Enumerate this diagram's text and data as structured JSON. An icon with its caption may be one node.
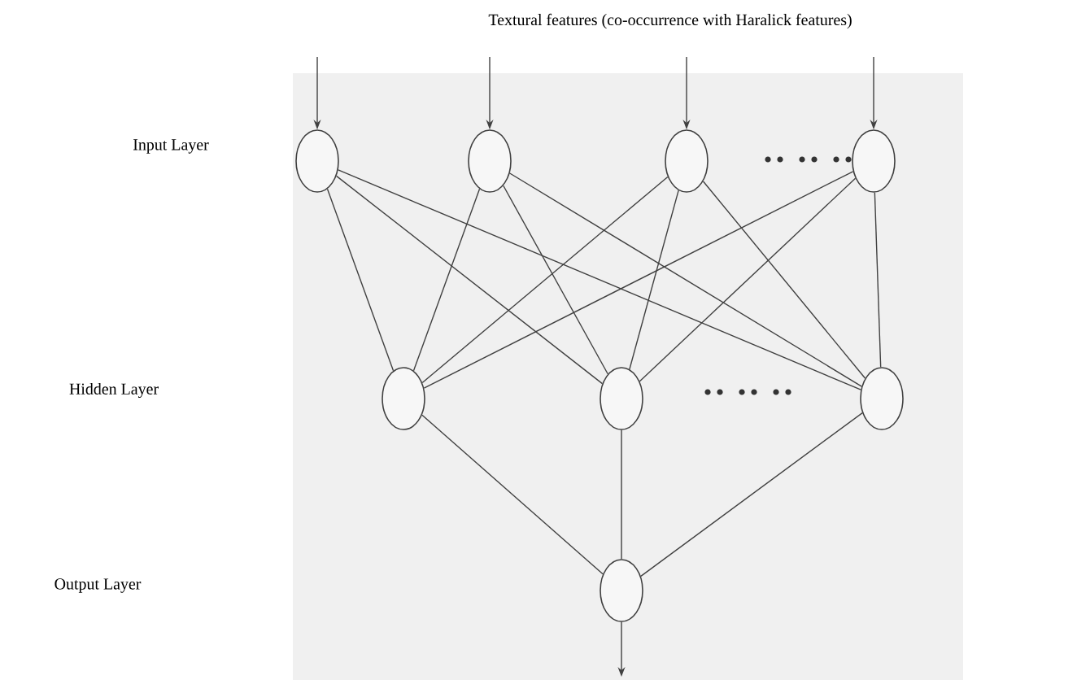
{
  "diagram": {
    "title": "Textural features (co-occurrence with Haralick features)",
    "nodes": [
      {
        "text": [],
        "shape": "circle"
      },
      {
        "text": [],
        "shape": "circle"
      },
      {
        "text": [],
        "shape": "circle"
      },
      {
        "text": [],
        "shape": "circle"
      },
      {
        "text": [],
        "shape": "circle"
      },
      {
        "text": [],
        "shape": "circle"
      },
      {
        "text": [],
        "shape": "circle"
      },
      {
        "text": [],
        "shape": "circle"
      }
    ],
    "edges": [
      {
        "from": null,
        "to": 0,
        "arrow": "to"
      },
      {
        "from": null,
        "to": 1,
        "arrow": "to"
      },
      {
        "from": null,
        "to": 2,
        "arrow": "to"
      },
      {
        "from": null,
        "to": 3,
        "arrow": "to"
      },
      {
        "from": 0,
        "to": 4,
        "arrow": "none"
      },
      {
        "from": 0,
        "to": 5,
        "arrow": "none"
      },
      {
        "from": 0,
        "to": 6,
        "arrow": "none"
      },
      {
        "from": 1,
        "to": 4,
        "arrow": "none"
      },
      {
        "from": 1,
        "to": 5,
        "arrow": "none"
      },
      {
        "from": 1,
        "to": 6,
        "arrow": "none"
      },
      {
        "from": 2,
        "to": 4,
        "arrow": "none"
      },
      {
        "from": 2,
        "to": 5,
        "arrow": "none"
      },
      {
        "from": 2,
        "to": 6,
        "arrow": "none"
      },
      {
        "from": 3,
        "to": 4,
        "arrow": "none"
      },
      {
        "from": 3,
        "to": 5,
        "arrow": "none"
      },
      {
        "from": 3,
        "to": 6,
        "arrow": "none"
      },
      {
        "from": 4,
        "to": 7,
        "arrow": "none"
      },
      {
        "from": 5,
        "to": 7,
        "arrow": "none"
      },
      {
        "from": 6,
        "to": 7,
        "arrow": "none"
      },
      {
        "from": 7,
        "to": null,
        "arrow": "to"
      }
    ],
    "labels": [
      "Input Layer",
      "Hidden Layer",
      "Output Layer"
    ]
  }
}
